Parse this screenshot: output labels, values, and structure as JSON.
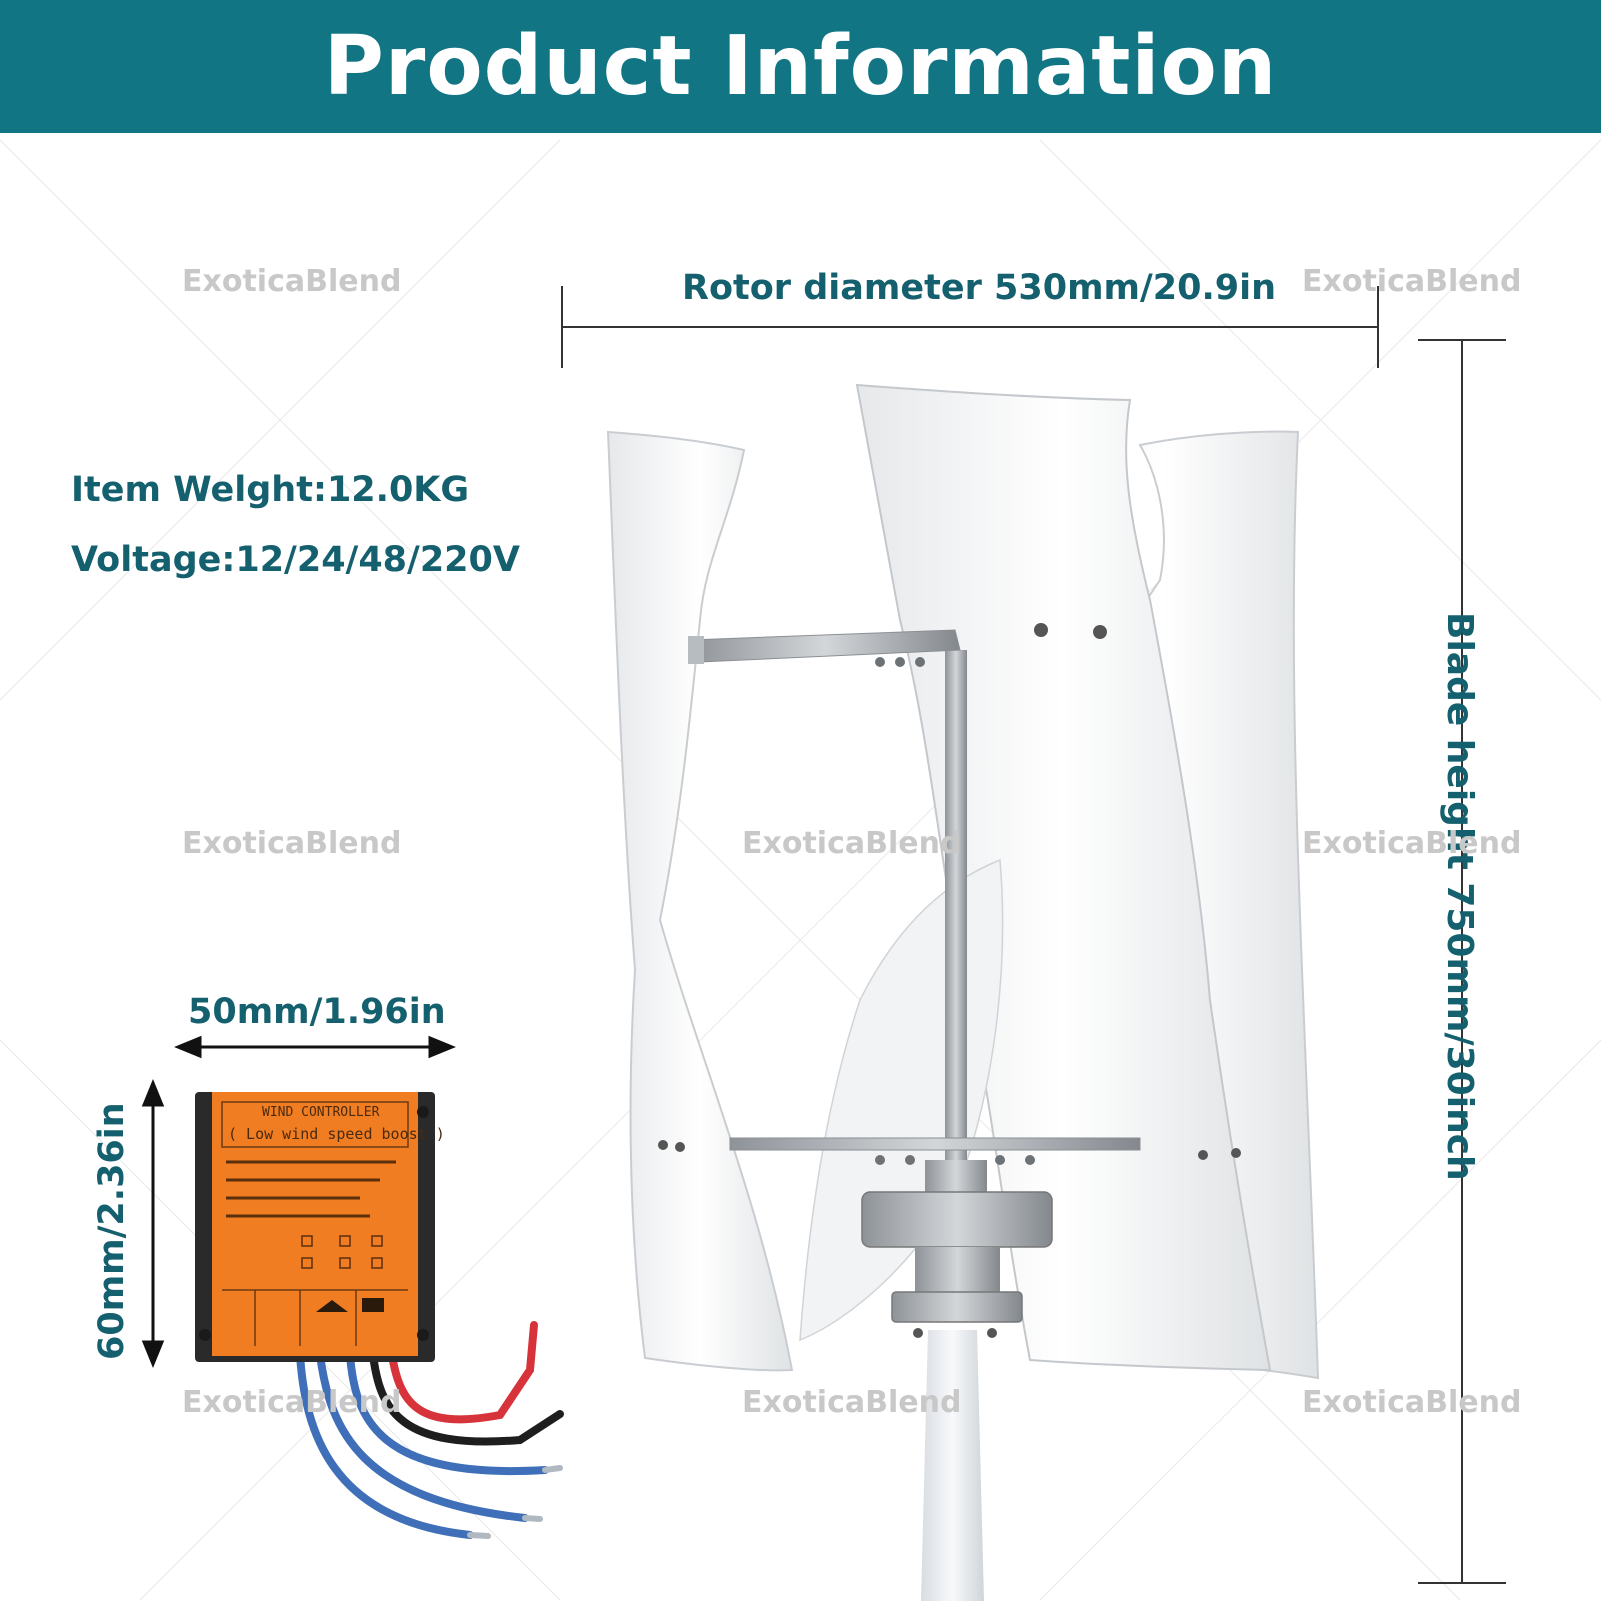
{
  "header": {
    "title": "Product Information"
  },
  "specs": {
    "weight": "Item Welght:12.0KG",
    "voltage": "Voltage:12/24/48/220V"
  },
  "dimensions": {
    "rotor_diameter": "Rotor diameter 530mm/20.9in",
    "blade_height": "Blade height 750mm/30inch",
    "controller_width": "50mm/1.96in",
    "controller_height": "60mm/2.36in"
  },
  "watermark": {
    "text": "ExoticaBlend"
  },
  "controller": {
    "title": "WIND CONTROLLER",
    "subtitle": "( Low wind speed boost )"
  },
  "colors": {
    "banner": "#117584",
    "accent_text": "#15606e",
    "controller_body": "#f07d22",
    "wire_blue": "#3f6fb8",
    "wire_red": "#d6343a",
    "wire_black": "#1e1e1e"
  }
}
